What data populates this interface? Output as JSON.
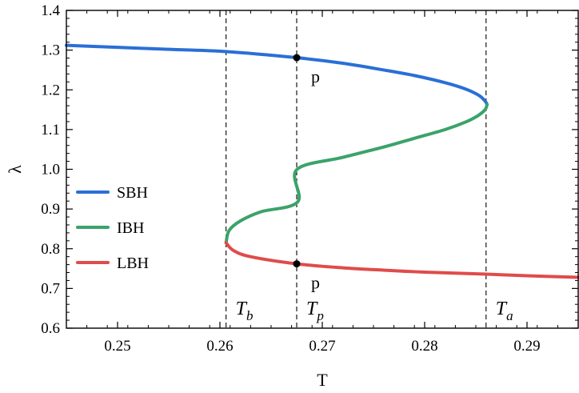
{
  "chart_data": {
    "type": "line",
    "title": "",
    "xlabel": "T",
    "ylabel": "λ",
    "xlim": [
      0.245,
      0.295
    ],
    "ylim": [
      0.6,
      1.4
    ],
    "xticks": [
      0.25,
      0.26,
      0.27,
      0.28,
      0.29
    ],
    "xtick_labels": [
      "0.25",
      "0.26",
      "0.27",
      "0.28",
      "0.29"
    ],
    "yticks": [
      0.6,
      0.7,
      0.8,
      0.9,
      1.0,
      1.1,
      1.2,
      1.3,
      1.4
    ],
    "ytick_labels": [
      "0.6",
      "0.7",
      "0.8",
      "0.9",
      "1.0",
      "1.1",
      "1.2",
      "1.3",
      "1.4"
    ],
    "grid": false,
    "legend_position": "center-left",
    "series": [
      {
        "name": "SBH",
        "color": "#2a6fd6",
        "points": [
          [
            0.245,
            1.312
          ],
          [
            0.25,
            1.307
          ],
          [
            0.255,
            1.302
          ],
          [
            0.2605,
            1.2965
          ],
          [
            0.2675,
            1.281
          ],
          [
            0.272,
            1.267
          ],
          [
            0.276,
            1.25
          ],
          [
            0.279,
            1.236
          ],
          [
            0.282,
            1.218
          ],
          [
            0.284,
            1.202
          ],
          [
            0.2853,
            1.186
          ],
          [
            0.2859,
            1.172
          ],
          [
            0.2861,
            1.163
          ]
        ]
      },
      {
        "name": "IBH",
        "color": "#3aa36a",
        "points": [
          [
            0.2861,
            1.163
          ],
          [
            0.2859,
            1.15
          ],
          [
            0.2852,
            1.135
          ],
          [
            0.284,
            1.119
          ],
          [
            0.282,
            1.1
          ],
          [
            0.279,
            1.078
          ],
          [
            0.276,
            1.056
          ],
          [
            0.272,
            1.03
          ],
          [
            0.2675,
            0.999
          ],
          [
            0.2676,
            0.918
          ],
          [
            0.264,
            0.893
          ],
          [
            0.262,
            0.87
          ],
          [
            0.2609,
            0.846
          ],
          [
            0.2606,
            0.815
          ]
        ]
      },
      {
        "name": "LBH",
        "color": "#e04b4b",
        "points": [
          [
            0.2606,
            0.815
          ],
          [
            0.2613,
            0.796
          ],
          [
            0.263,
            0.78
          ],
          [
            0.2675,
            0.762
          ],
          [
            0.272,
            0.752
          ],
          [
            0.276,
            0.746
          ],
          [
            0.28,
            0.741
          ],
          [
            0.286,
            0.736
          ],
          [
            0.29,
            0.732
          ],
          [
            0.295,
            0.728
          ]
        ]
      }
    ],
    "vertical_lines": [
      {
        "x": 0.2606,
        "label_main": "T",
        "label_sub": "b"
      },
      {
        "x": 0.2675,
        "label_main": "T",
        "label_sub": "p"
      },
      {
        "x": 0.286,
        "label_main": "T",
        "label_sub": "a"
      }
    ],
    "marked_points": [
      {
        "x": 0.2675,
        "y": 1.281,
        "label": "p"
      },
      {
        "x": 0.2675,
        "y": 0.762,
        "label": "p"
      }
    ]
  }
}
